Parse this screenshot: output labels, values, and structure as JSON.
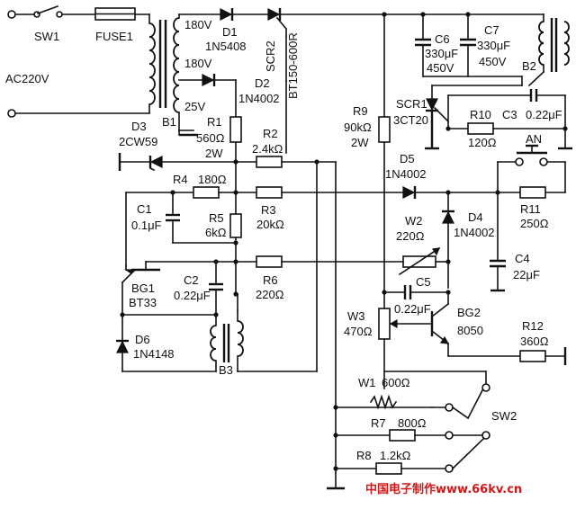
{
  "labels": {
    "sw1": "SW1",
    "fuse1": "FUSE1",
    "ac": "AC220V",
    "b1": "B1",
    "v180a": "180V",
    "v180b": "180V",
    "v25": "25V",
    "d1": "D1",
    "d1_part": "1N5408",
    "d2": "D2",
    "d2_part": "1N4002",
    "scr2": "SCR2",
    "scr2_part": "BT150-600R",
    "r1": "R1",
    "r1_val": "560Ω",
    "r1_w": "2W",
    "r2": "R2",
    "r2_val": "2.4kΩ",
    "d3": "D3",
    "d3_part": "2CW59",
    "r4": "R4",
    "r4_val": "180Ω",
    "c1": "C1",
    "c1_val": "0.1μF",
    "r5": "R5",
    "r5_val": "6kΩ",
    "r3": "R3",
    "r3_val": "20kΩ",
    "bg1": "BG1",
    "bg1_part": "BT33",
    "c2": "C2",
    "c2_val": "0.22μF",
    "r6": "R6",
    "r6_val": "220Ω",
    "d6": "D6",
    "d6_part": "1N4148",
    "b3": "B3",
    "c6": "C6",
    "c6_val": "330μF",
    "c6_v": "450V",
    "c7": "C7",
    "c7_val": "330μF",
    "c7_v": "450V",
    "b2": "B2",
    "r9": "R9",
    "r9_val": "90kΩ",
    "r9_w": "2W",
    "scr1": "SCR1",
    "scr1_part": "3CT20",
    "r10": "R10",
    "r10_val": "120Ω",
    "c3": "C3",
    "c3_val": "0.22μF",
    "an": "AN",
    "d5": "D5",
    "d5_part": "1N4002",
    "r11": "R11",
    "r11_val": "250Ω",
    "w2": "W2",
    "w2_val": "220Ω",
    "d4": "D4",
    "d4_part": "1N4002",
    "c4": "C4",
    "c4_val": "22μF",
    "c5": "C5",
    "c5_val": "0.22μF",
    "w3": "W3",
    "w3_val": "470Ω",
    "bg2": "BG2",
    "bg2_part": "8050",
    "r12": "R12",
    "r12_val": "360Ω",
    "w1": "W1",
    "w1_val": "600Ω",
    "r7": "R7",
    "r7_val": "800Ω",
    "r8": "R8",
    "r8_val": "1.2kΩ",
    "sw2": "SW2"
  },
  "watermark": "中国电子制作www.66kv.cn",
  "colors": {
    "ink": "#111111",
    "watermark": "#d01818",
    "background": "#ffffff"
  }
}
